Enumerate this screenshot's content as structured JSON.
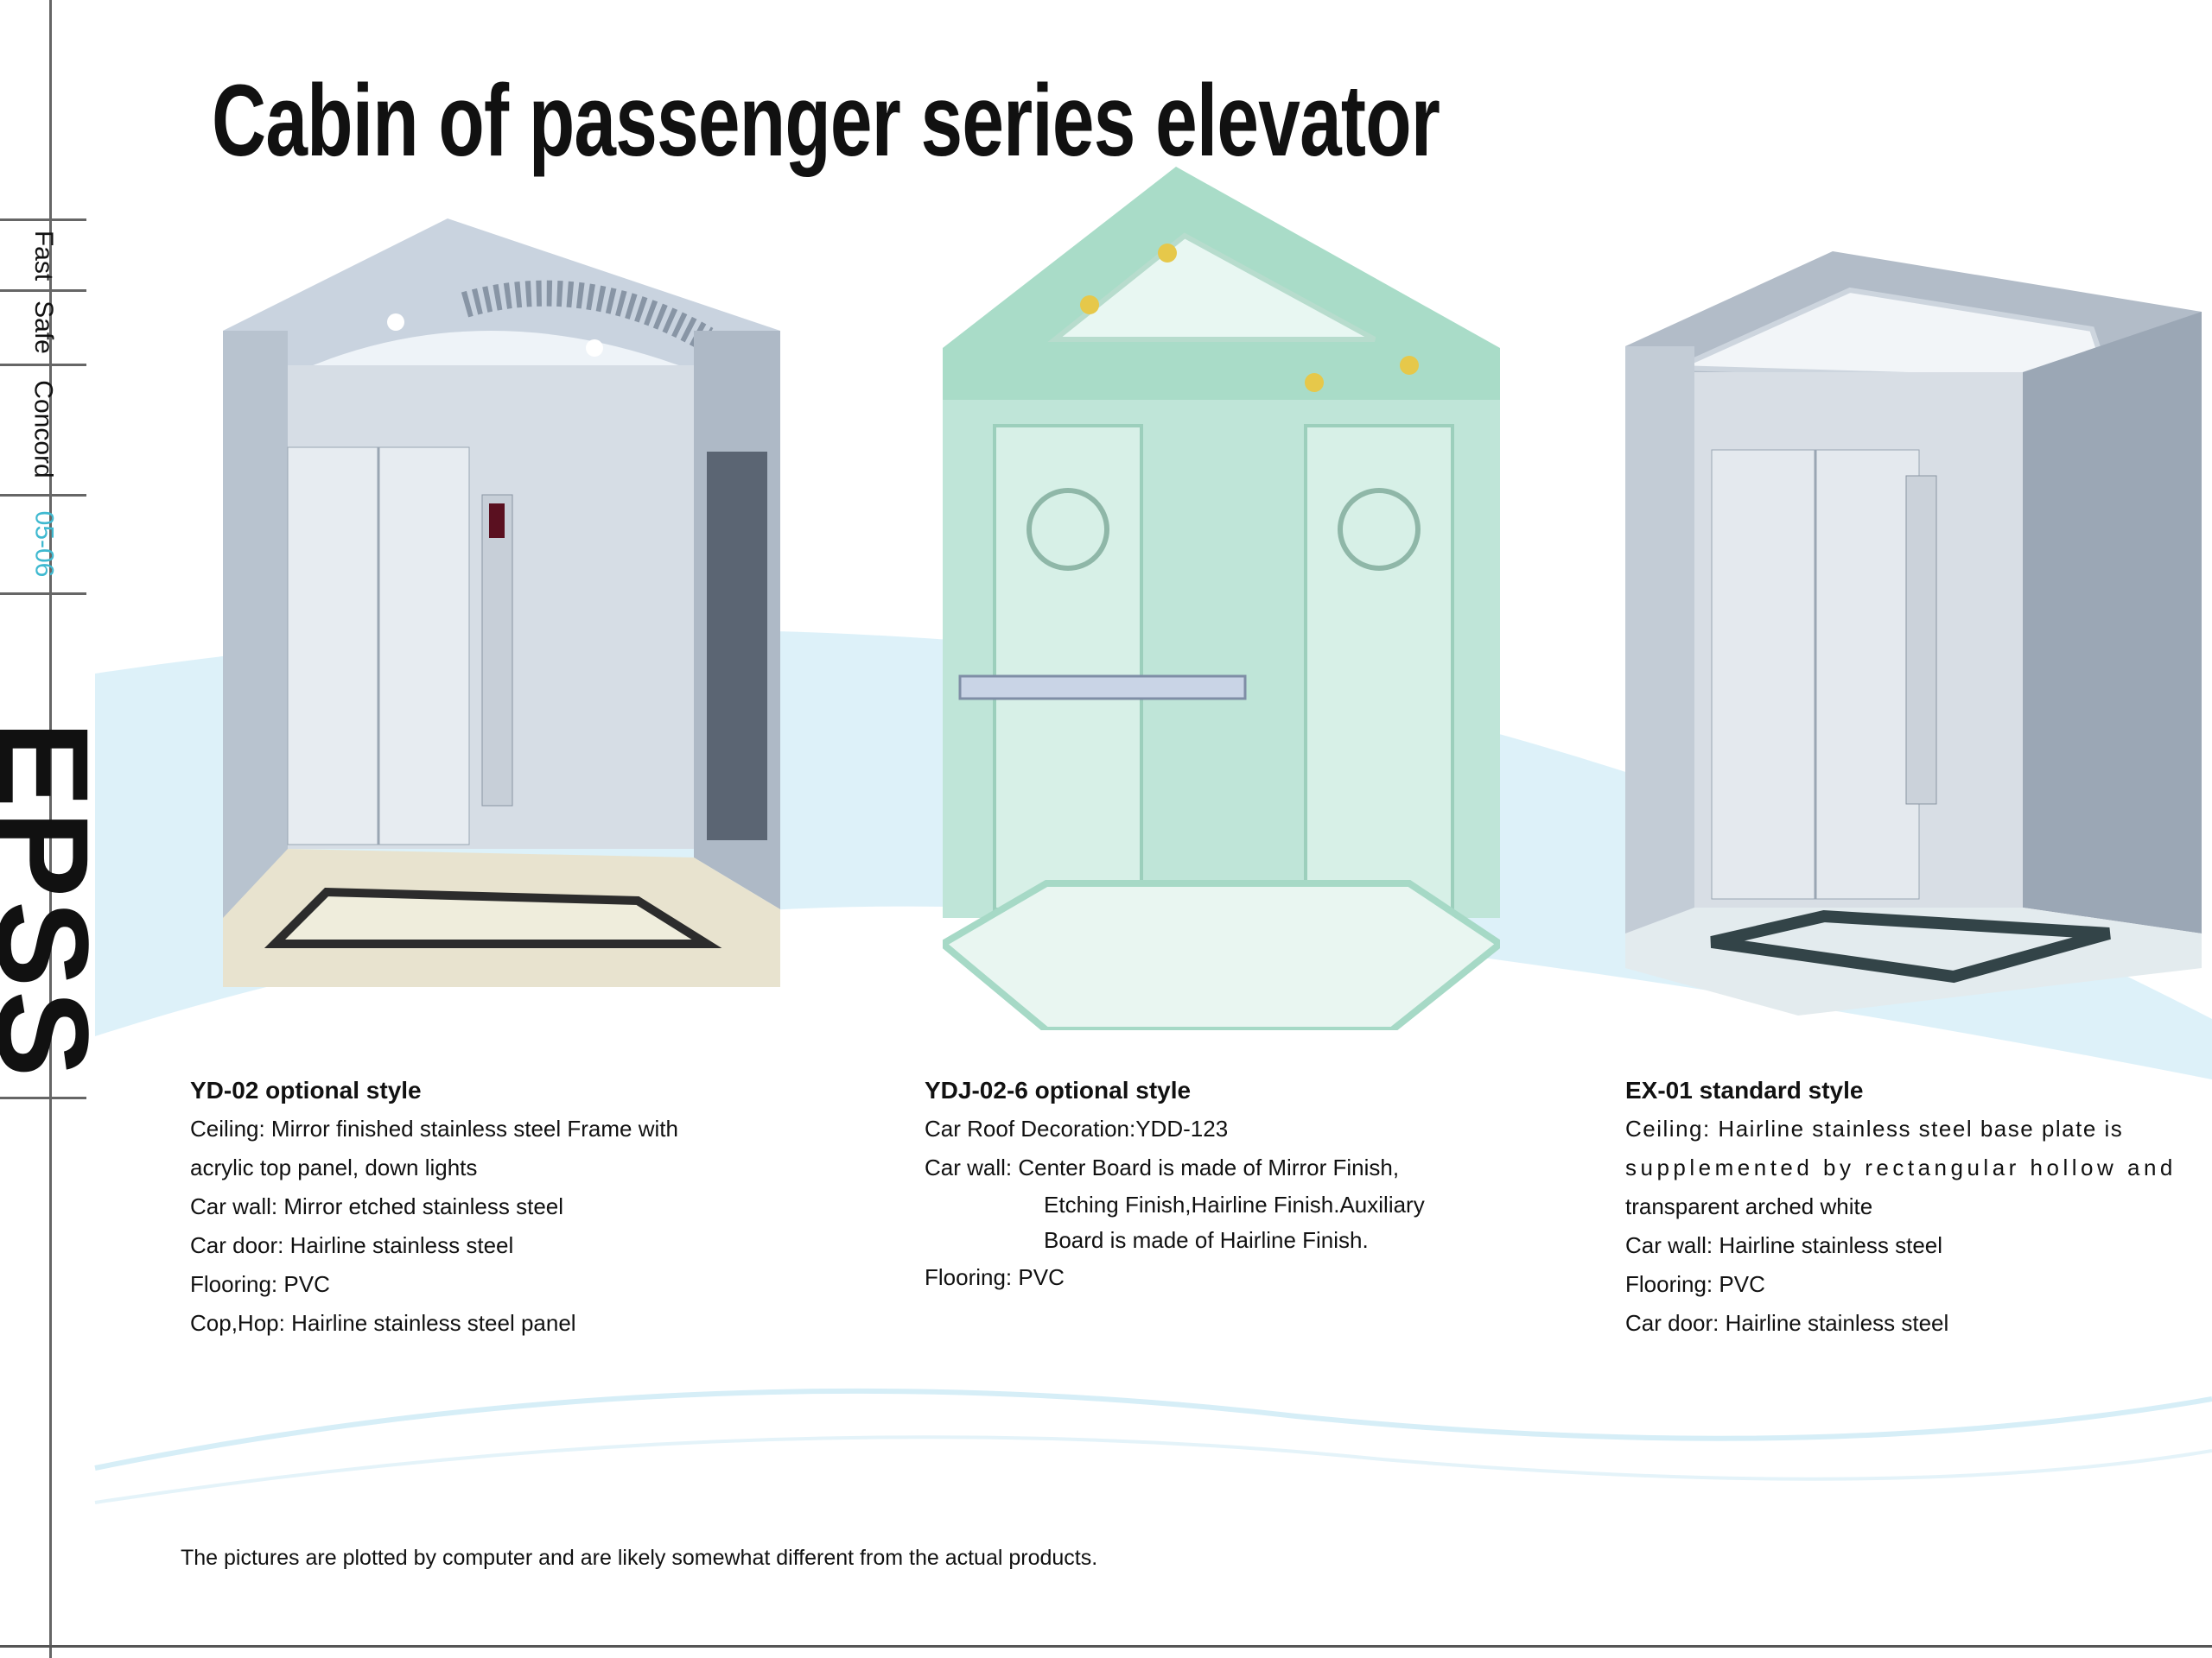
{
  "title": "Cabin of passenger series elevator",
  "sidebar": {
    "tags": [
      "Fast",
      "Safe",
      "Concord"
    ],
    "page_range": "05-06",
    "brand": "EPSS"
  },
  "colors": {
    "accent": "#3fb9d0",
    "swoosh": "#c9e9f5"
  },
  "cabins": [
    {
      "heading": "YD-02 optional style",
      "lines": [
        "Ceiling: Mirror finished stainless steel Frame with",
        "acrylic top panel, down lights",
        "Car wall: Mirror etched stainless steel",
        "Car door: Hairline stainless steel",
        "Flooring: PVC",
        "Cop,Hop: Hairline stainless steel panel"
      ]
    },
    {
      "heading": "YDJ-02-6 optional style",
      "lines": [
        "Car Roof Decoration:YDD-123",
        "Car wall: Center Board is made of Mirror Finish,",
        "Etching Finish,Hairline Finish.Auxiliary",
        "Board is made of Hairline Finish.",
        "Flooring: PVC"
      ]
    },
    {
      "heading": "EX-01 standard style",
      "lines": [
        "Ceiling: Hairline stainless steel base plate is",
        "supplemented by rectangular hollow and",
        "transparent arched white",
        "Car wall: Hairline stainless steel",
        "Flooring: PVC",
        "Car door: Hairline stainless steel"
      ]
    }
  ],
  "footnote": "The pictures are plotted by computer and are likely somewhat different from the actual products."
}
